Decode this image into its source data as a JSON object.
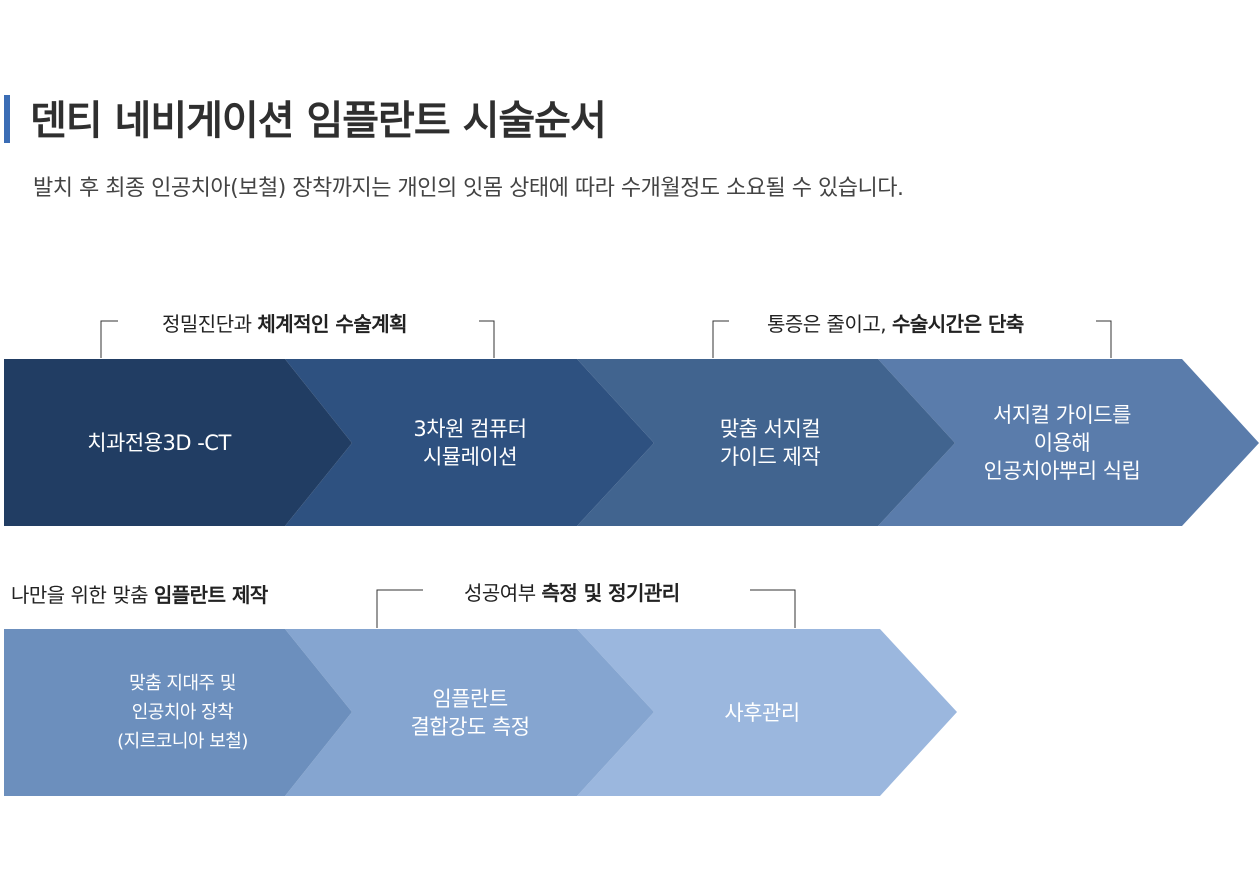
{
  "header": {
    "title": "덴티 네비게이션 임플란트 시술순서",
    "subtitle": "발치 후 최종 인공치아(보철) 장착까지는 개인의 잇몸 상태에 따라 수개월정도 소요될 수 있습니다."
  },
  "row1": {
    "label_left": {
      "normal": "정밀진단과 ",
      "bold": "체계적인 수술계획"
    },
    "label_right": {
      "normal": "통증은 줄이고, ",
      "bold": "수술시간은 단축"
    },
    "steps": [
      {
        "lines": [
          "치과전용3D -CT"
        ],
        "color": "#213d63"
      },
      {
        "lines": [
          "3차원 컴퓨터",
          "시뮬레이션"
        ],
        "color": "#2e5180"
      },
      {
        "lines": [
          "맞춤 서지컬",
          "가이드 제작"
        ],
        "color": "#41648f"
      },
      {
        "lines": [
          "서지컬 가이드를",
          "이용해",
          "인공치아뿌리 식립"
        ],
        "color": "#5a7cab"
      }
    ]
  },
  "row2": {
    "label_left": {
      "normal": "나만을 위한 맞춤 ",
      "bold": "임플란트 제작"
    },
    "label_right": {
      "normal": "성공여부 ",
      "bold": "측정 및 정기관리"
    },
    "steps": [
      {
        "lines": [
          "맞춤 지대주 및",
          "인공치아 장착",
          "(지르코니아 보철)"
        ],
        "color": "#6c8fbd"
      },
      {
        "lines": [
          "임플란트",
          "결합강도 측정"
        ],
        "color": "#85a5d0"
      },
      {
        "lines": [
          "사후관리"
        ],
        "color": "#9bb7de"
      }
    ]
  }
}
